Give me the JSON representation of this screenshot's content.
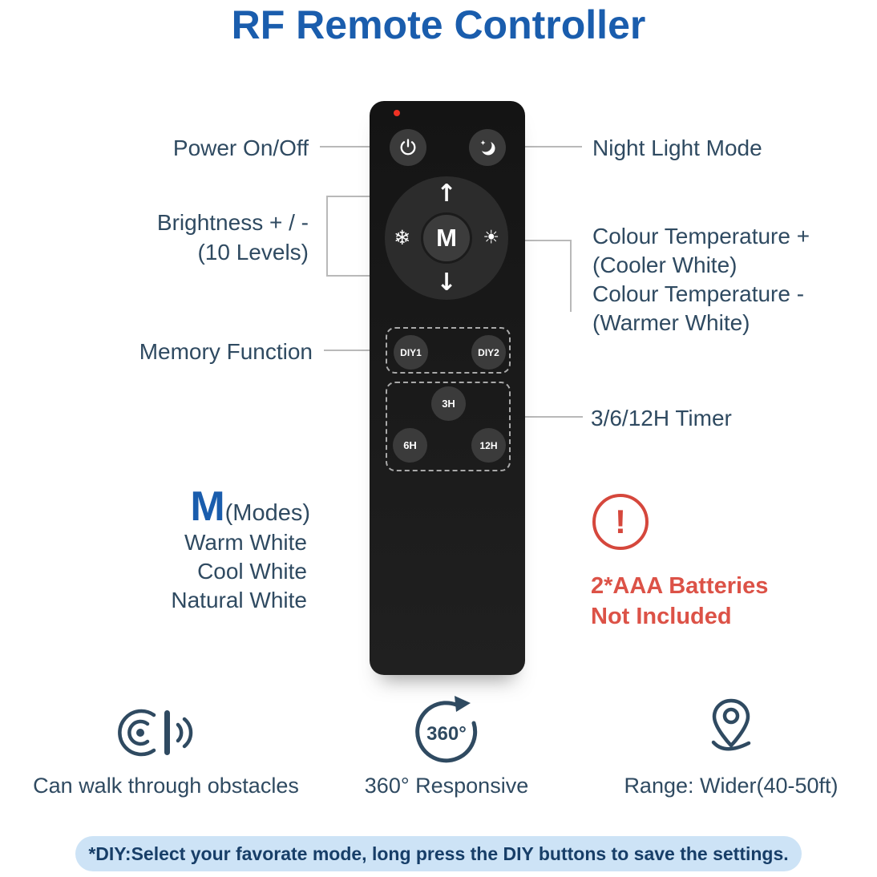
{
  "title": "RF Remote Controller",
  "colors": {
    "title_blue": "#1a5dad",
    "body_navy": "#2f4a61",
    "alert_red": "#dc5247",
    "banner_bg": "#cde3f6"
  },
  "remote": {
    "up_glyph": "↑",
    "down_glyph": "↓",
    "cool_glyph": "❄",
    "warm_glyph": "☀",
    "mode_button": "M",
    "diy1": "DIY1",
    "diy2": "DIY2",
    "timer_3h": "3H",
    "timer_6h": "6H",
    "timer_12h": "12H"
  },
  "callouts": {
    "power": "Power On/Off",
    "night": "Night Light Mode",
    "brightness": [
      "Brightness + / -",
      "(10 Levels)"
    ],
    "colour_temp": [
      "Colour Temperature +",
      "(Cooler White)",
      "Colour Temperature -",
      "(Warmer White)"
    ],
    "memory": "Memory Function",
    "timer": "3/6/12H Timer"
  },
  "modes": {
    "m": "M",
    "suffix": "(Modes)",
    "list": [
      "Warm White",
      "Cool White",
      "Natural White"
    ]
  },
  "warning": {
    "mark": "!",
    "lines": [
      "2*AAA Batteries",
      "Not Included"
    ]
  },
  "features": [
    {
      "label": "Can walk through obstacles"
    },
    {
      "icon_text": "360°",
      "label": "360° Responsive"
    },
    {
      "label": "Range: Wider(40-50ft)"
    }
  ],
  "footer": {
    "note": "*DIY:Select your favorate mode, long press the DIY buttons to save the settings."
  }
}
